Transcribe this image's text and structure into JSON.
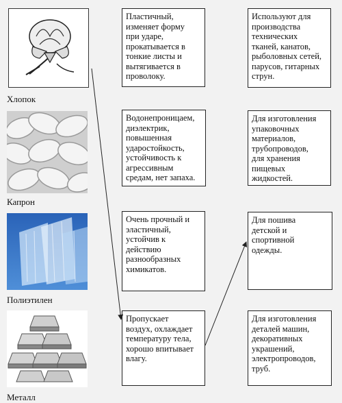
{
  "materials": [
    {
      "name": "Хлопок",
      "icon": "cotton-boll-image"
    },
    {
      "name": "Капрон",
      "icon": "braided-rope-image"
    },
    {
      "name": "Полиэтилен",
      "icon": "plastic-film-image"
    },
    {
      "name": "Металл",
      "icon": "metal-ingots-image"
    }
  ],
  "properties": [
    "Пластичный,\nизменяет форму\nпри ударе,\nпрокатывается в\nтонкие листы и\nвытягивается в\nпроволоку.",
    "Водонепроницаем,\nдиэлектрик,\nповышенная\nударостойкость,\nустойчивость к\nагрессивным\nсредам, нет запаха.",
    "Очень прочный и\nэластичный,\nустойчив к\nдействию\nразнообразных\nхимикатов.",
    "Пропускает\nвоздух, охлаждает\nтемпературу тела,\nхорошо впитывает\nвлагу."
  ],
  "uses": [
    "Используют для\nпроизводства\nтехнических\nтканей, канатов,\nрыболовных сетей,\nпарусов, гитарных\nструн.",
    "Для изготовления\nупаковочных\nматериалов,\nтрубопроводов,\nдля хранения\nпищевых\nжидкостей.",
    "Для пошива\nдетской и\nспортивной\nодежды.",
    "Для изготовления\nдеталей машин,\nдекоративных\nукрашений,\nэлектропроводов,\nтруб."
  ],
  "colors": {
    "line": "#222222",
    "box_border": "#222222",
    "background": "#f2f2f2"
  }
}
